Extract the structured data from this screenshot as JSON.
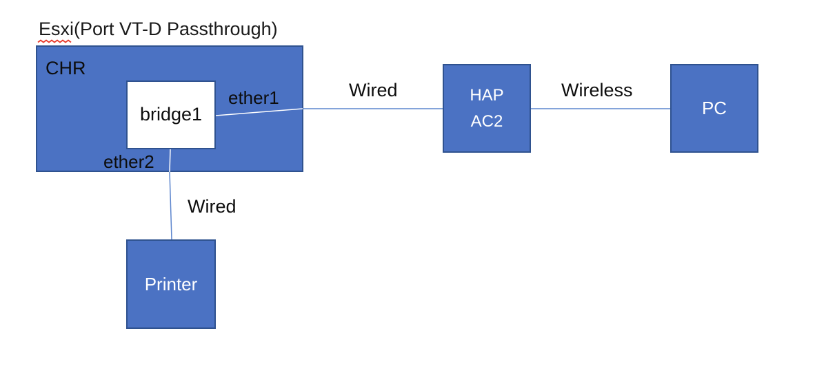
{
  "diagram": {
    "title": "Esxi(Port VT-D Passthrough)",
    "nodes": {
      "chr": {
        "label": "CHR"
      },
      "bridge": {
        "label": "bridge1"
      },
      "hap": {
        "line1": "HAP",
        "line2": "AC2"
      },
      "pc": {
        "label": "PC"
      },
      "printer": {
        "label": "Printer"
      }
    },
    "ports": {
      "ether1": "ether1",
      "ether2": "ether2"
    },
    "links": {
      "chr_to_hap": "Wired",
      "hap_to_pc": "Wireless",
      "bridge_to_printer": "Wired"
    },
    "colors": {
      "node_fill": "#4b72c3",
      "node_border": "#2f528f",
      "bridge_fill": "#ffffff",
      "node_text": "#ffffff",
      "label_text": "#0d0d0d",
      "connector": "#5c85cd",
      "connector_on_fill": "#ffffff",
      "spellcheck_underline": "#e8392b"
    }
  }
}
